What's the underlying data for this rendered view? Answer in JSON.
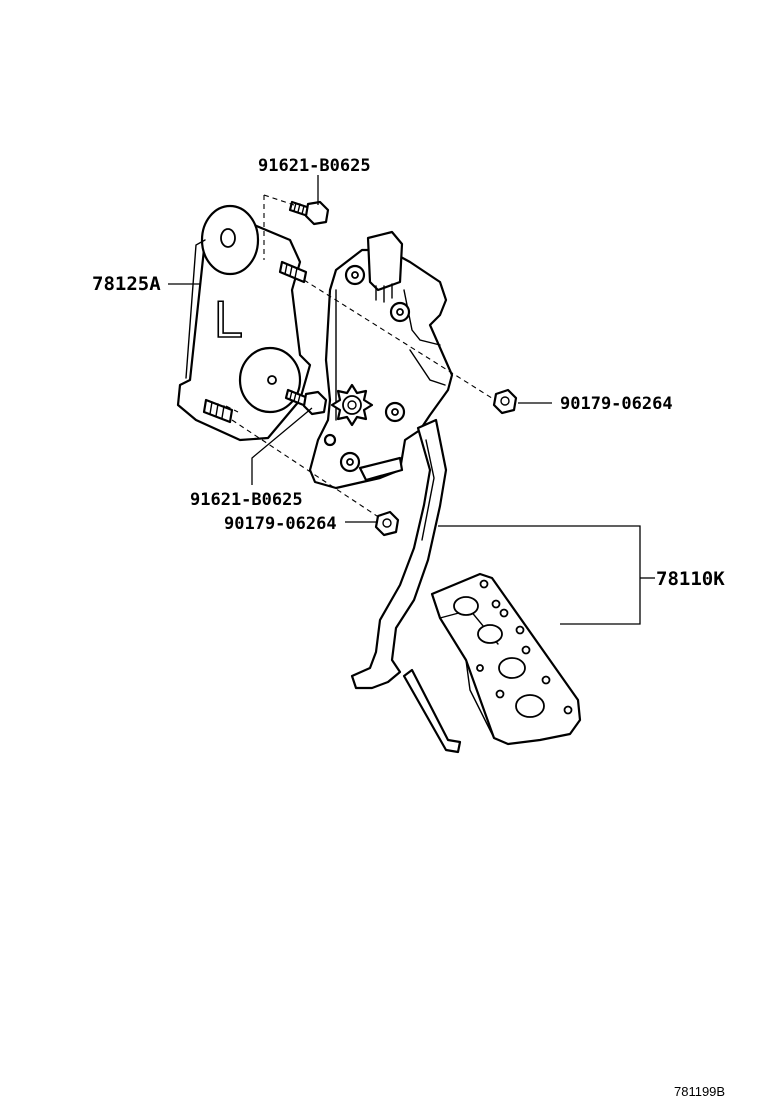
{
  "labels": {
    "bolt_top": "91621-B0625",
    "bracket": "78125A",
    "nut_right": "90179-06264",
    "bolt_bottom": "91621-B0625",
    "nut_bottom": "90179-06264",
    "pedal_assy": "78110K"
  },
  "bracket_mark": "L",
  "diagram_code": "781199B"
}
